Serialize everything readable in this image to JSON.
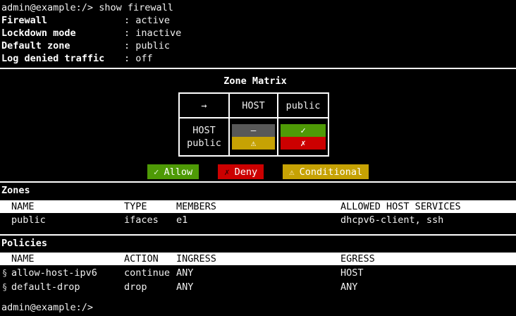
{
  "terminal": {
    "prompt": "admin@example:/>",
    "command": "show firewall",
    "status": [
      {
        "label": "Firewall",
        "value": ": active"
      },
      {
        "label": "Lockdown mode",
        "value": ": inactive"
      },
      {
        "label": "Default zone",
        "value": ": public"
      },
      {
        "label": "Log denied traffic",
        "value": ": off"
      }
    ]
  },
  "zone_matrix": {
    "title": "Zone Matrix",
    "corner_arrow": "→",
    "col_headers": [
      "HOST",
      "public"
    ],
    "row_headers": [
      "HOST",
      "public"
    ],
    "cells": {
      "host_to_host": {
        "symbol": "–",
        "state": "none",
        "color": "#585858"
      },
      "public_to_host": {
        "symbol": "⚠",
        "state": "conditional",
        "color": "#c6a204"
      },
      "host_to_public": {
        "symbol": "✓",
        "state": "allow",
        "color": "#4e9a06"
      },
      "public_to_public": {
        "symbol": "✗",
        "state": "deny",
        "color": "#cc0000"
      }
    }
  },
  "legend": [
    {
      "icon": "✓",
      "label": "Allow",
      "color": "#4e9a06"
    },
    {
      "icon": "✗",
      "label": "Deny",
      "color": "#cc0000"
    },
    {
      "icon": "⚠",
      "label": "Conditional",
      "color": "#c6a204"
    }
  ],
  "zones": {
    "title": "Zones",
    "headers": [
      "NAME",
      "TYPE",
      "MEMBERS",
      "ALLOWED HOST SERVICES"
    ],
    "rows": [
      {
        "name": "public",
        "type": "ifaces",
        "members": "e1",
        "services": "dhcpv6-client, ssh"
      }
    ]
  },
  "policies": {
    "title": "Policies",
    "headers": [
      "NAME",
      "ACTION",
      "INGRESS",
      "EGRESS"
    ],
    "rows": [
      {
        "marker": "§",
        "name": "allow-host-ipv6",
        "action": "continue",
        "ingress": "ANY",
        "egress": "HOST"
      },
      {
        "marker": "§",
        "name": "default-drop",
        "action": "drop",
        "ingress": "ANY",
        "egress": "ANY"
      }
    ]
  },
  "bottom_prompt": "admin@example:/>"
}
